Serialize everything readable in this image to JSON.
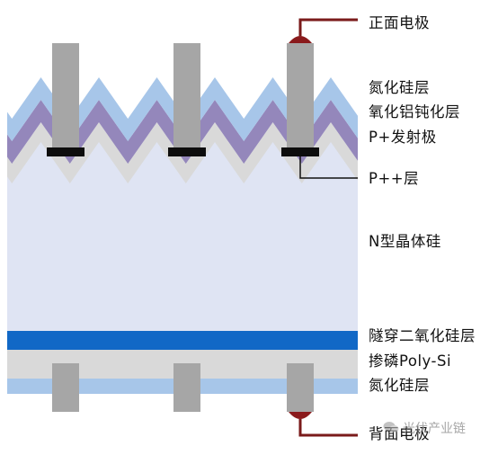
{
  "labels": {
    "front_electrode": "正面电极",
    "sin_top": "氮化硅层",
    "alox": "氧化铝钝化层",
    "p_emitter": "P+发射极",
    "pplus": "P++层",
    "n_si": "N型晶体硅",
    "tunnel_oxide": "隧穿二氧化硅层",
    "poly_si": "掺磷Poly-Si",
    "sin_bottom": "氮化硅层",
    "back_electrode": "背面电极"
  },
  "watermark": "光伏产业链",
  "colors": {
    "n_si": "#dfe4f3",
    "sin": "#a7c6e9",
    "alox": "#9487bb",
    "p_emitter": "#d9d9d9",
    "tunnel_oxide": "#1168c6",
    "poly_si": "#d9d9d9",
    "electrode": "#a6a6a6",
    "contact": "#0d0d0d",
    "solder": "#8a1a1c",
    "leader": "#7a1a1a"
  }
}
